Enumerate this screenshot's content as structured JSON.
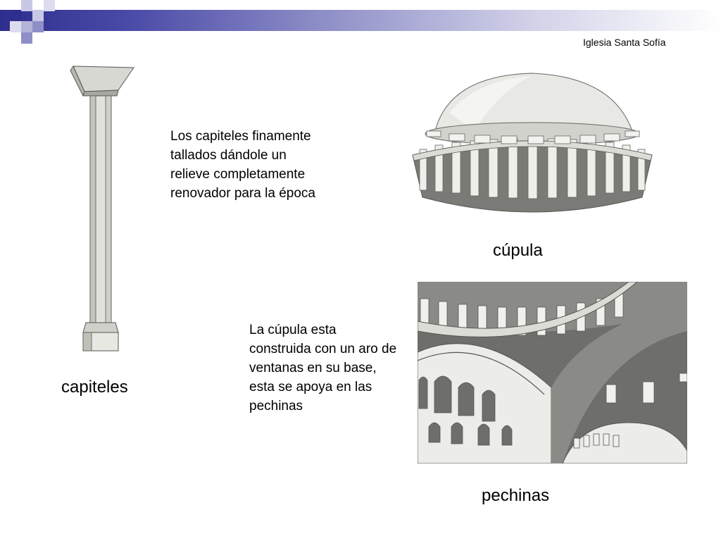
{
  "slide": {
    "title": "Iglesia Santa Sofía",
    "texts": {
      "capiteles_desc": "Los capiteles finamente tallados dándole un relieve completamente renovador para la época",
      "cupula_desc": "La cúpula esta construida con un aro de ventanas en su base, esta se apoya en las pechinas"
    },
    "captions": {
      "capiteles": "capiteles",
      "cupula": "cúpula",
      "pechinas": "pechinas"
    }
  },
  "colors": {
    "accent": "#2e2e8e",
    "accent_light": "#8f8fc8",
    "illustration_dark": "#6b6b68",
    "illustration_light": "#e6e6e0"
  },
  "icons": [
    "decorative-squares-icon"
  ]
}
